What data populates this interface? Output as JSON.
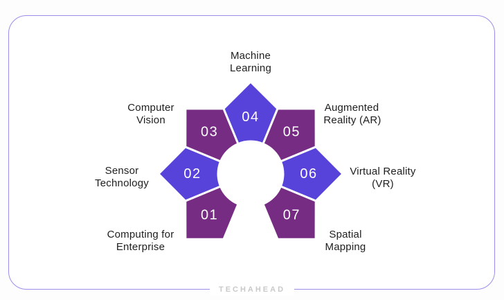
{
  "page": {
    "background_color": "#FDFDFD",
    "card_background_color": "#FFFFFF",
    "card_border_color": "#9C8CEC"
  },
  "diagram": {
    "type": "segmented-wheel",
    "segment_count": 7,
    "colors": {
      "purple_segment": "#772C84",
      "indigo_segment": "#5742DA",
      "number_text": "#FFFFFF",
      "label_text": "#1E1E1E"
    },
    "items": [
      {
        "number": "01",
        "label": "Computing for Enterprise",
        "line1": "Computing for",
        "line2": "Enterprise",
        "color": "#772C84"
      },
      {
        "number": "02",
        "label": "Sensor Technology",
        "line1": "Sensor",
        "line2": "Technology",
        "color": "#5742DA"
      },
      {
        "number": "03",
        "label": "Computer Vision",
        "line1": "Computer",
        "line2": "Vision",
        "color": "#772C84"
      },
      {
        "number": "04",
        "label": "Machine Learning",
        "line1": "Machine",
        "line2": "Learning",
        "color": "#5742DA"
      },
      {
        "number": "05",
        "label": "Augmented Reality (AR)",
        "line1": "Augmented",
        "line2": "Reality (AR)",
        "color": "#772C84"
      },
      {
        "number": "06",
        "label": "Virtual Reality (VR)",
        "line1": "Virtual Reality",
        "line2": "(VR)",
        "color": "#5742DA"
      },
      {
        "number": "07",
        "label": "Spatial Mapping",
        "line1": "Spatial",
        "line2": "Mapping",
        "color": "#772C84"
      }
    ]
  },
  "footer": {
    "logo_text": "TECHAHEAD",
    "logo_text_color": "#C9C9C9",
    "line_color": "#8668F2"
  }
}
